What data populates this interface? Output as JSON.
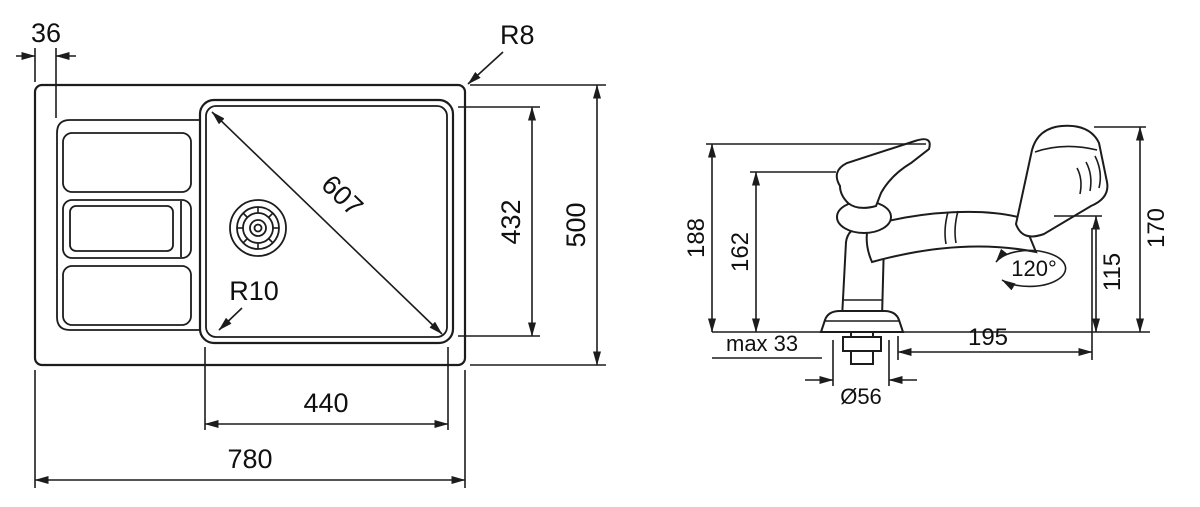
{
  "diagram": {
    "type": "technical-drawing",
    "background_color": "#ffffff",
    "line_color": "#1c1c1c",
    "sink": {
      "view": "top view of kitchen sink with drainboard and bowl",
      "labels": {
        "edge_offset": "36",
        "outer_corner_radius": "R8",
        "bowl_diagonal": "607",
        "bowl_corner_radius": "R10",
        "bowl_depth": "432",
        "overall_depth": "500",
        "bowl_width": "440",
        "overall_width": "780"
      }
    },
    "faucet": {
      "view": "side view of single-lever pull-out spray faucet",
      "labels": {
        "total_height": "188",
        "body_height": "162",
        "deck_thickness": "max 33",
        "base_diameter": "Ø56",
        "spout_reach": "195",
        "outlet_height": "115",
        "head_height": "170",
        "swivel_angle": "120°"
      }
    }
  }
}
